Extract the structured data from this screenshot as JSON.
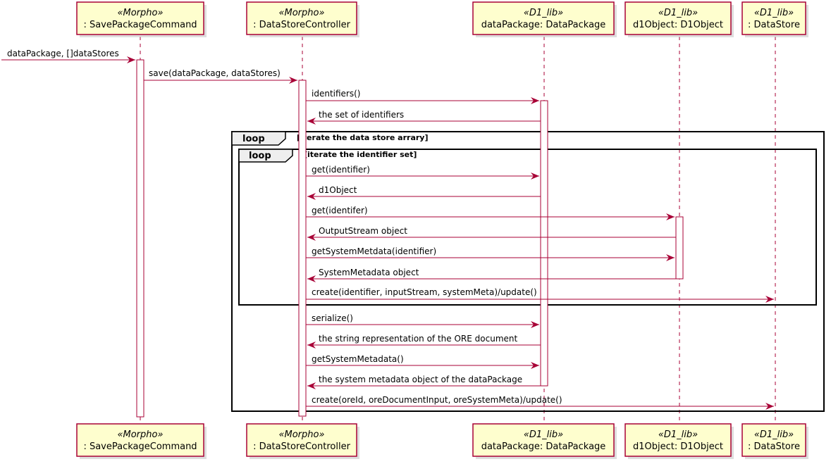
{
  "participants": [
    {
      "stereotype": "«Morpho»",
      "name": ": SavePackageCommand"
    },
    {
      "stereotype": "«Morpho»",
      "name": ": DataStoreController"
    },
    {
      "stereotype": "«D1_lib»",
      "name": "dataPackage: DataPackage"
    },
    {
      "stereotype": "«D1_lib»",
      "name": "d1Object: D1Object"
    },
    {
      "stereotype": "«D1_lib»",
      "name": ": DataStore"
    }
  ],
  "loops": [
    {
      "label": "loop",
      "guard": "[iterate the data store arrary]"
    },
    {
      "label": "loop",
      "guard": "[iterate the identifier set]"
    }
  ],
  "messages": [
    {
      "text": "dataPackage, []dataStores"
    },
    {
      "text": "save(dataPackage, dataStores)"
    },
    {
      "text": "identifiers()"
    },
    {
      "text": "the set of identifiers"
    },
    {
      "text": "get(identifier)"
    },
    {
      "text": "d1Object"
    },
    {
      "text": "get(identifer)"
    },
    {
      "text": "OutputStream object"
    },
    {
      "text": "getSystemMetdata(identifier)"
    },
    {
      "text": "SystemMetadata object"
    },
    {
      "text": "create(identifier, inputStream, systemMeta)/update()"
    },
    {
      "text": "serialize()"
    },
    {
      "text": "the string representation of the ORE document"
    },
    {
      "text": "getSystemMetadata()"
    },
    {
      "text": "the system metadata object of the dataPackage"
    },
    {
      "text": "create(oreId, oreDocumentInput, oreSystemMeta)/update()"
    }
  ],
  "colors": {
    "accent": "#A80036",
    "box_fill": "#FEFECE",
    "frame_tab": "#EEEEEE"
  }
}
